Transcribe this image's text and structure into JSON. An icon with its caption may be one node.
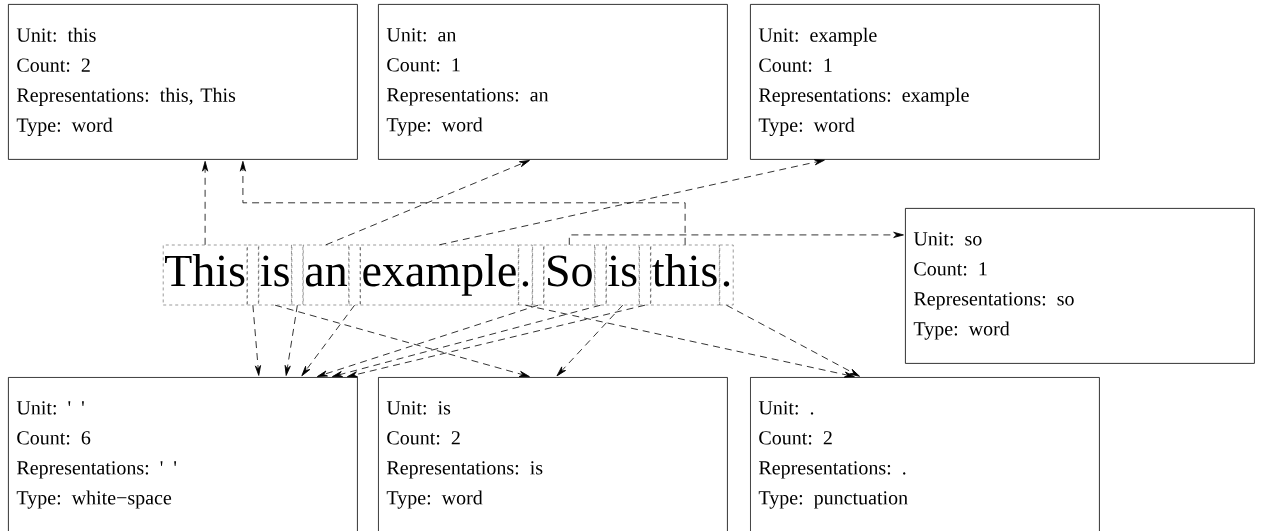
{
  "diagram": {
    "nodes": [
      {
        "text": [
          "Unit: this",
          "Count: 2",
          "Representations: this, This",
          "Type: word"
        ]
      },
      {
        "text": [
          "Unit: an",
          "Count: 1",
          "Representations: an",
          "Type: word"
        ]
      },
      {
        "text": [
          "Unit: example",
          "Count: 1",
          "Representations: example",
          "Type: word"
        ]
      },
      {
        "text": [
          "Unit: so",
          "Count: 1",
          "Representations: so",
          "Type: word"
        ]
      },
      {
        "text": [
          "This"
        ]
      },
      {
        "text": [],
        "shape": "box"
      },
      {
        "text": [
          "is"
        ]
      },
      {
        "text": [],
        "shape": "box"
      },
      {
        "text": [
          "an"
        ]
      },
      {
        "text": [],
        "shape": "box"
      },
      {
        "text": [
          "example"
        ]
      },
      {
        "text": [
          "."
        ]
      },
      {
        "text": [],
        "shape": "box"
      },
      {
        "text": [
          "So"
        ]
      },
      {
        "text": [],
        "shape": "box"
      },
      {
        "text": [
          "is"
        ]
      },
      {
        "text": [],
        "shape": "box"
      },
      {
        "text": [
          "this"
        ]
      },
      {
        "text": [
          "."
        ]
      },
      {
        "text": [
          "Unit: ' '",
          "Count: 6",
          "Representations: ' '",
          "Type: white−space"
        ]
      },
      {
        "text": [
          "Unit: is",
          "Count: 2",
          "Representations: is",
          "Type: word"
        ]
      },
      {
        "text": [
          "Unit: .",
          "Count: 2",
          "Representations: .",
          "Type: punctuation"
        ]
      }
    ],
    "edges": [
      {
        "from": 4,
        "to": 0,
        "arrow": "to",
        "style": "dashed"
      },
      {
        "from": 17,
        "to": 0,
        "arrow": "to",
        "style": "dashed"
      },
      {
        "from": 8,
        "to": 1,
        "arrow": "to",
        "style": "dashed"
      },
      {
        "from": 10,
        "to": 2,
        "arrow": "to",
        "style": "dashed"
      },
      {
        "from": 13,
        "to": 3,
        "arrow": "to",
        "style": "dashed"
      },
      {
        "from": 5,
        "to": 19,
        "arrow": "to",
        "style": "dashed"
      },
      {
        "from": 7,
        "to": 19,
        "arrow": "to",
        "style": "dashed"
      },
      {
        "from": 9,
        "to": 19,
        "arrow": "to",
        "style": "dashed"
      },
      {
        "from": 12,
        "to": 19,
        "arrow": "to",
        "style": "dashed"
      },
      {
        "from": 14,
        "to": 19,
        "arrow": "to",
        "style": "dashed"
      },
      {
        "from": 16,
        "to": 19,
        "arrow": "to",
        "style": "dashed"
      },
      {
        "from": 6,
        "to": 20,
        "arrow": "to",
        "style": "dashed"
      },
      {
        "from": 15,
        "to": 20,
        "arrow": "to",
        "style": "dashed"
      },
      {
        "from": 11,
        "to": 21,
        "arrow": "to",
        "style": "dashed"
      },
      {
        "from": 18,
        "to": 21,
        "arrow": "to",
        "style": "dashed"
      }
    ]
  }
}
